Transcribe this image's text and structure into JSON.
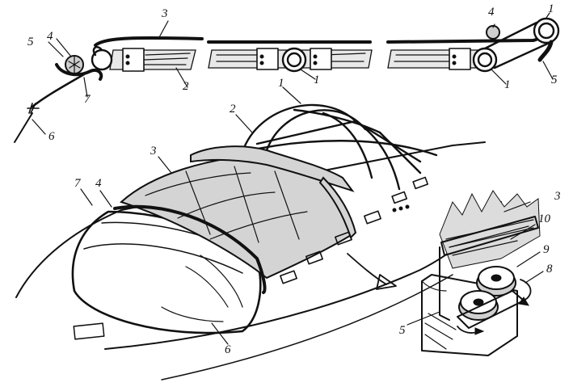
{
  "colors": {
    "ink": "#111111",
    "paper": "#ffffff",
    "cloth": "#d4d4d4"
  },
  "labels": {
    "top_left": {
      "n5": "5",
      "n4": "4",
      "n3": "3",
      "n2": "2",
      "n7": "7",
      "n6": "6"
    },
    "top_mid": {
      "n1": "1"
    },
    "top_right": {
      "n4": "4",
      "n1a": "1",
      "n1b": "1",
      "n5": "5"
    },
    "main": {
      "n1": "1",
      "n2": "2",
      "n3": "3",
      "n4": "4",
      "n7": "7",
      "n6": "6"
    },
    "detail": {
      "n3": "3",
      "n10": "10",
      "n9": "9",
      "n8": "8",
      "n5": "5"
    }
  }
}
